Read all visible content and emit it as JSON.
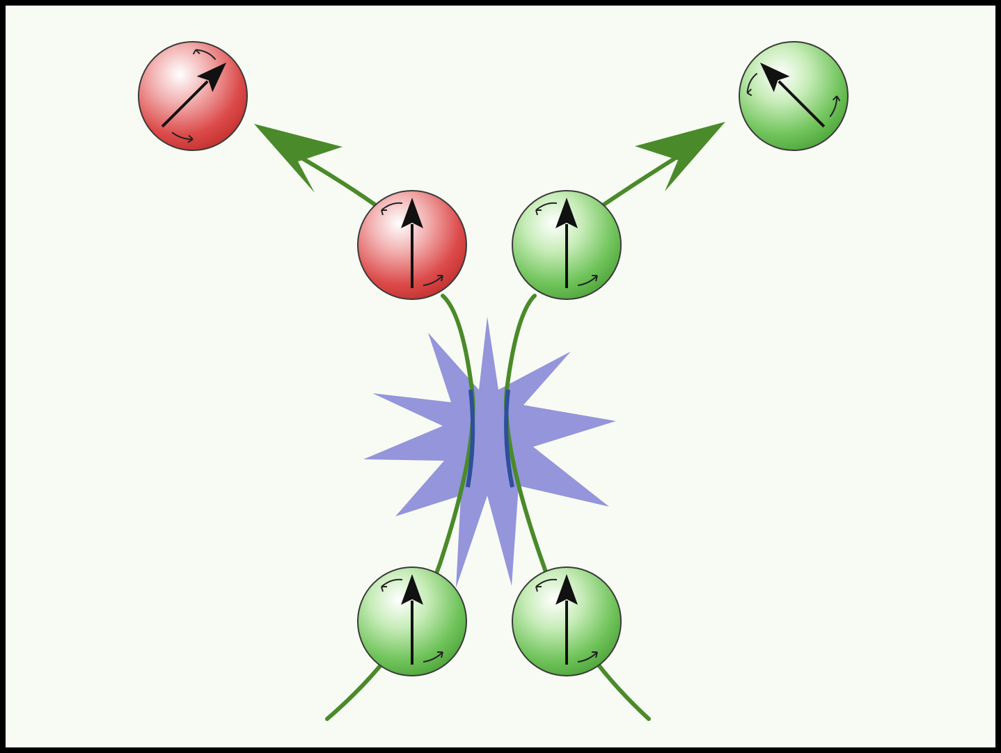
{
  "colors": {
    "frame": "#000000",
    "background": "#f8fbf4",
    "trajectory": "#4a8a2a",
    "interaction_burst": "#8e8fd8",
    "interaction_overlap": "#2e4f9a",
    "particle_red": "#d94848",
    "particle_green": "#6fc35a",
    "spin_arrow": "#111111"
  },
  "particles": [
    {
      "id": "incoming-left",
      "color": "green",
      "spin": "up"
    },
    {
      "id": "incoming-right",
      "color": "green",
      "spin": "up"
    },
    {
      "id": "outgoing-left",
      "color": "red",
      "spin": "up"
    },
    {
      "id": "outgoing-right",
      "color": "green",
      "spin": "up"
    },
    {
      "id": "scattered-left",
      "color": "red",
      "spin": "up-right"
    },
    {
      "id": "scattered-right",
      "color": "green",
      "spin": "up-left"
    }
  ],
  "icons": [
    "interaction-burst-icon",
    "spin-arrow-icon",
    "rotation-arrow-icon",
    "trajectory-arrowhead-icon"
  ]
}
